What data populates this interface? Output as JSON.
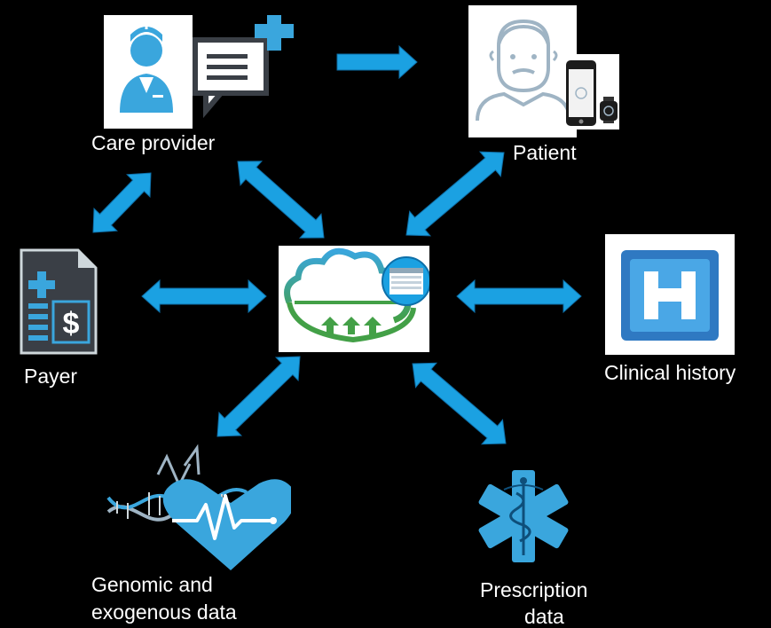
{
  "nodes": {
    "care_provider": "Care provider",
    "patient": "Patient",
    "payer": "Payer",
    "clinical_history": "Clinical history",
    "genomic_line1": "Genomic and",
    "genomic_line2": "exogenous data",
    "prescription_line1": "Prescription",
    "prescription_line2": "data"
  },
  "colors": {
    "background": "#000000",
    "arrow": "#1ba1e2",
    "icon_blue": "#3aa6dd",
    "icon_dark": "#3a3f46",
    "cloud_green": "#43a047",
    "label_text": "#ffffff"
  },
  "icons": {
    "care_provider": "nurse-chat-icon",
    "patient": "patient-phone-watch-icon",
    "payer": "insurance-bill-icon",
    "clinical_history": "hospital-h-icon",
    "genomic": "dna-heart-icon",
    "prescription": "star-of-life-icon",
    "center": "cloud-records-icon"
  }
}
